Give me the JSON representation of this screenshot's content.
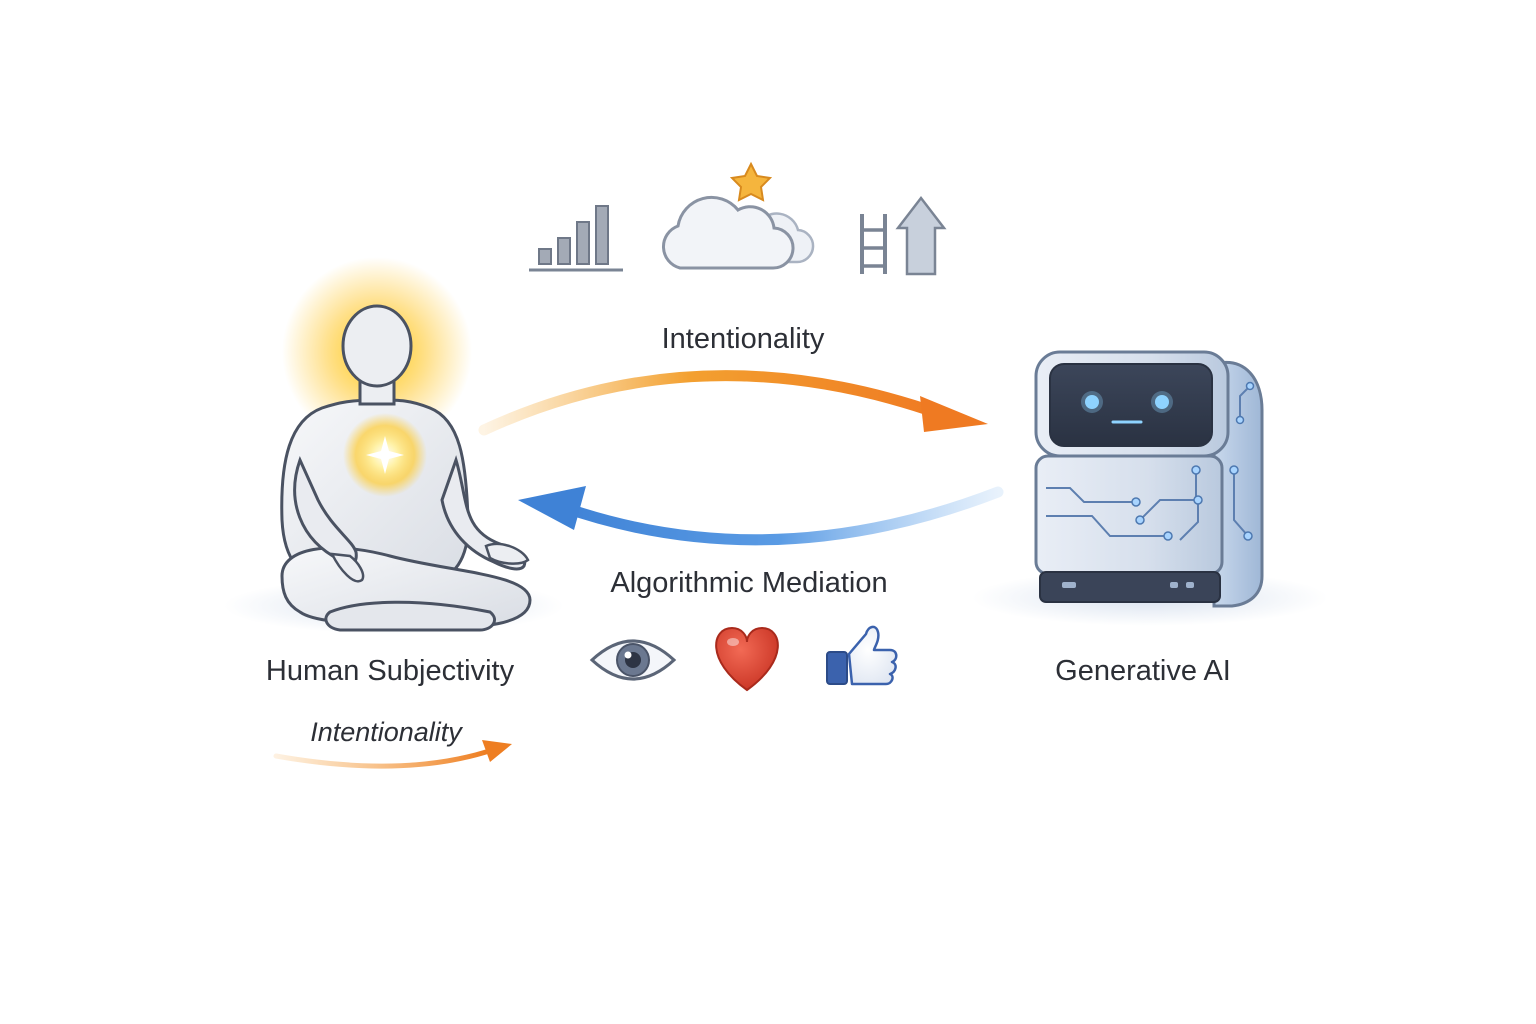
{
  "diagram": {
    "top_label": "Intentionality",
    "bottom_label": "Algorithmic Mediation",
    "human": {
      "label": "Human Subjectivity",
      "sub_label": "Intentionality"
    },
    "ai": {
      "label": "Generative AI"
    },
    "top_icons": [
      "bar-chart-icon",
      "cloud-star-icon",
      "ladder-arrow-icon"
    ],
    "bottom_icons": [
      "eye-icon",
      "heart-icon",
      "thumbs-up-icon"
    ],
    "colors": {
      "orange_arrow": "#f0882a",
      "blue_arrow": "#4a8fdc",
      "glow": "#ffc629",
      "icon_gray": "#7a8494",
      "heart": "#d9432f",
      "thumb": "#3b62ad",
      "robot_dark": "#3a4458",
      "robot_body": "#dde6f2"
    }
  }
}
